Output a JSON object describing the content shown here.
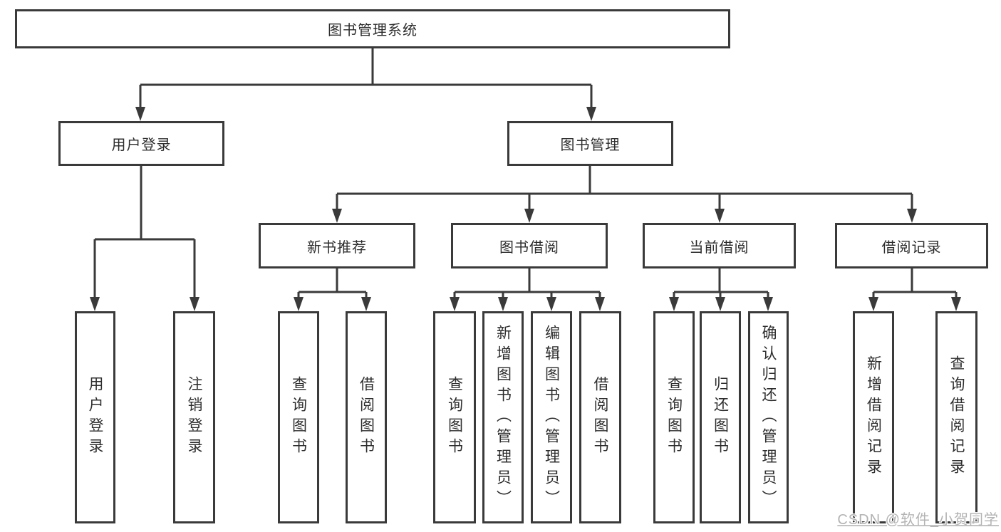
{
  "tree": {
    "root": {
      "label": "图书管理系统"
    },
    "login": {
      "label": "用户登录",
      "children": [
        {
          "label": "用户登录"
        },
        {
          "label": "注销登录"
        }
      ]
    },
    "mgmt": {
      "label": "图书管理",
      "sections": [
        {
          "label": "新书推荐",
          "children": [
            {
              "label": "查询图书"
            },
            {
              "label": "借阅图书"
            }
          ]
        },
        {
          "label": "图书借阅",
          "children": [
            {
              "label": "查询图书"
            },
            {
              "label": "新增图书（管理员）"
            },
            {
              "label": "编辑图书（管理员）"
            },
            {
              "label": "借阅图书"
            }
          ]
        },
        {
          "label": "当前借阅",
          "children": [
            {
              "label": "查询图书"
            },
            {
              "label": "归还图书"
            },
            {
              "label": "确认归还（管理员）"
            }
          ]
        },
        {
          "label": "借阅记录",
          "children": [
            {
              "label": "新增借阅记录"
            },
            {
              "label": "查询借阅记录"
            }
          ]
        }
      ]
    }
  },
  "watermark": {
    "label": "CSDN @软件_小贺同学"
  },
  "colors": {
    "line": "#3a3a3a",
    "text": "#2d2d2d",
    "background": "#ffffff",
    "watermark": "#b3b3b3"
  }
}
